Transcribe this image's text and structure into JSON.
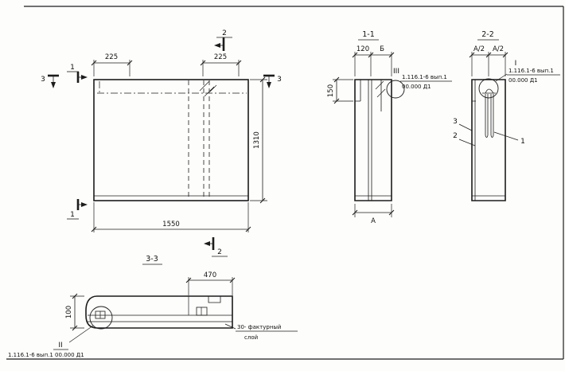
{
  "main_view": {
    "dim_top_left": "225",
    "dim_top_right": "225",
    "dim_right": "1310",
    "dim_bottom": "1550",
    "marker_section2_top": "2",
    "marker_section2_bottom": "2",
    "marker_section1_top": "1",
    "marker_section1_bottom": "1",
    "marker_section3_left": "3",
    "marker_section3_right": "3"
  },
  "section_1_1": {
    "title": "1-1",
    "dim_120": "120",
    "dim_b": "Б",
    "dim_150": "150",
    "dim_a": "А",
    "detail_marker": "III",
    "callout_line1": "1.116.1-6 вып.1",
    "callout_line2": "00.000 Д1"
  },
  "section_2_2": {
    "title": "2-2",
    "dim_a2_left": "А/2",
    "dim_a2_right": "А/2",
    "detail_marker": "I",
    "callout_line1": "1.116.1-6 вып.1",
    "callout_line2": "00.000 Д1",
    "label_3": "3",
    "label_2": "2",
    "label_1": "1"
  },
  "section_3_3": {
    "title": "3-3",
    "dim_470": "470",
    "dim_100": "100",
    "detail_marker": "II",
    "callout": "1.116.1-6 вып.1 00.000 Д1",
    "note_line1": "30- фактурный",
    "note_line2": "слой"
  }
}
